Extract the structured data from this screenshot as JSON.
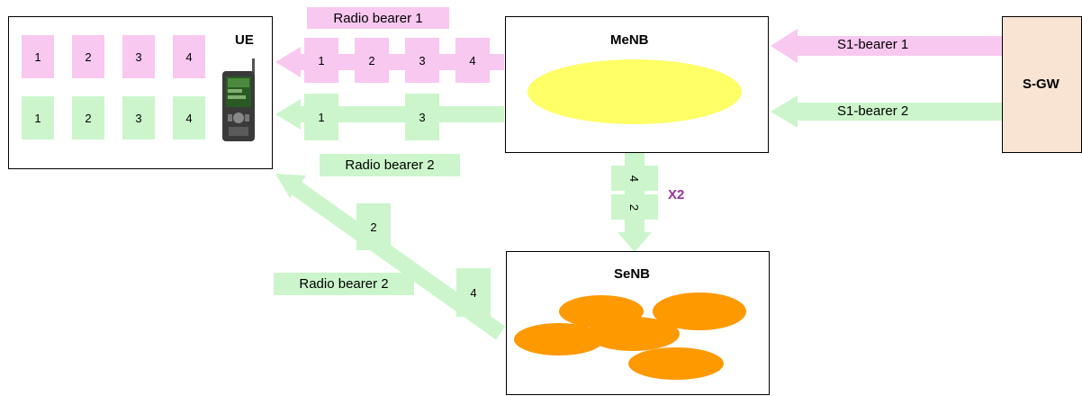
{
  "ue": {
    "title": "UE",
    "pink_row": [
      "1",
      "2",
      "3",
      "4"
    ],
    "green_row": [
      "1",
      "2",
      "3",
      "4"
    ]
  },
  "menb": {
    "title": "MeNB"
  },
  "senb": {
    "title": "SeNB"
  },
  "sgw": {
    "title": "S-GW"
  },
  "s1_bearer_1": "S1-bearer 1",
  "s1_bearer_2": "S1-bearer 2",
  "radio_bearer_1": {
    "label": "Radio bearer 1",
    "packets": [
      "1",
      "2",
      "3",
      "4"
    ]
  },
  "radio_bearer_2_menb": {
    "label": "Radio bearer 2",
    "packets": [
      "1",
      "3"
    ]
  },
  "radio_bearer_2_senb": {
    "label": "Radio bearer 2",
    "packets": [
      "2",
      "4"
    ]
  },
  "x2": {
    "label": "X2",
    "packets": [
      "4",
      "2"
    ]
  },
  "colors": {
    "pink": "#f8c8f0",
    "green": "#ccf5cc",
    "menb_cell": "#ffff66",
    "senb_cell": "#ff9900",
    "sgw_fill": "#f9e4d4",
    "x2_label": "#993399"
  }
}
